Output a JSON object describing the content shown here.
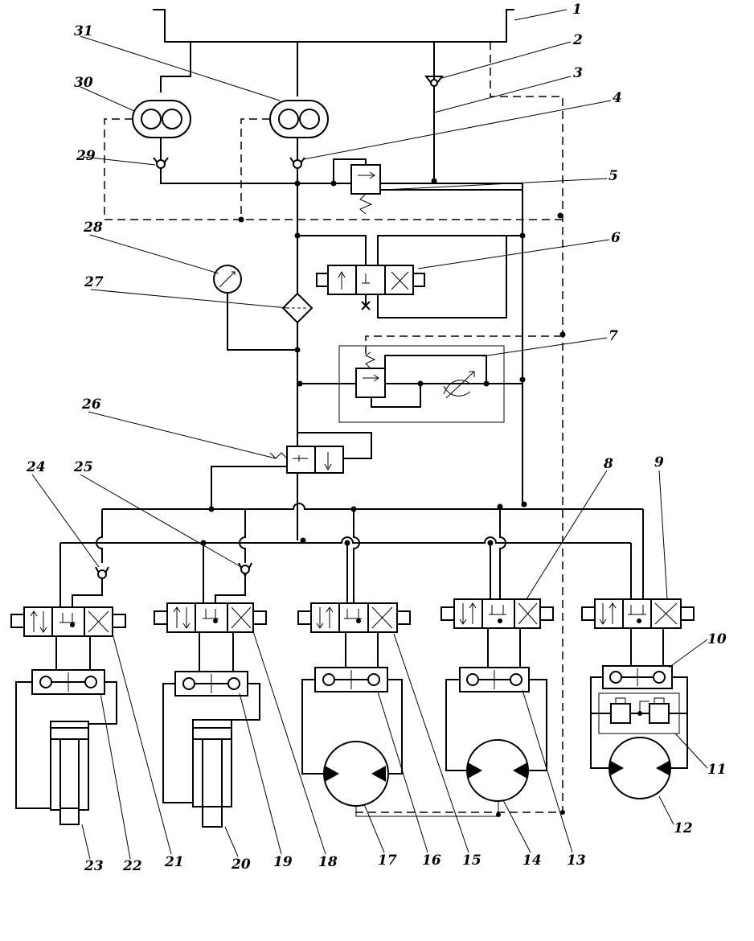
{
  "labels": [
    "1",
    "2",
    "3",
    "4",
    "5",
    "6",
    "7",
    "8",
    "9",
    "10",
    "11",
    "12",
    "13",
    "14",
    "15",
    "16",
    "17",
    "18",
    "19",
    "20",
    "21",
    "22",
    "23",
    "24",
    "25",
    "26",
    "27",
    "28",
    "29",
    "30",
    "31"
  ],
  "colors": {
    "ink": "#000000",
    "paper": "#ffffff"
  }
}
